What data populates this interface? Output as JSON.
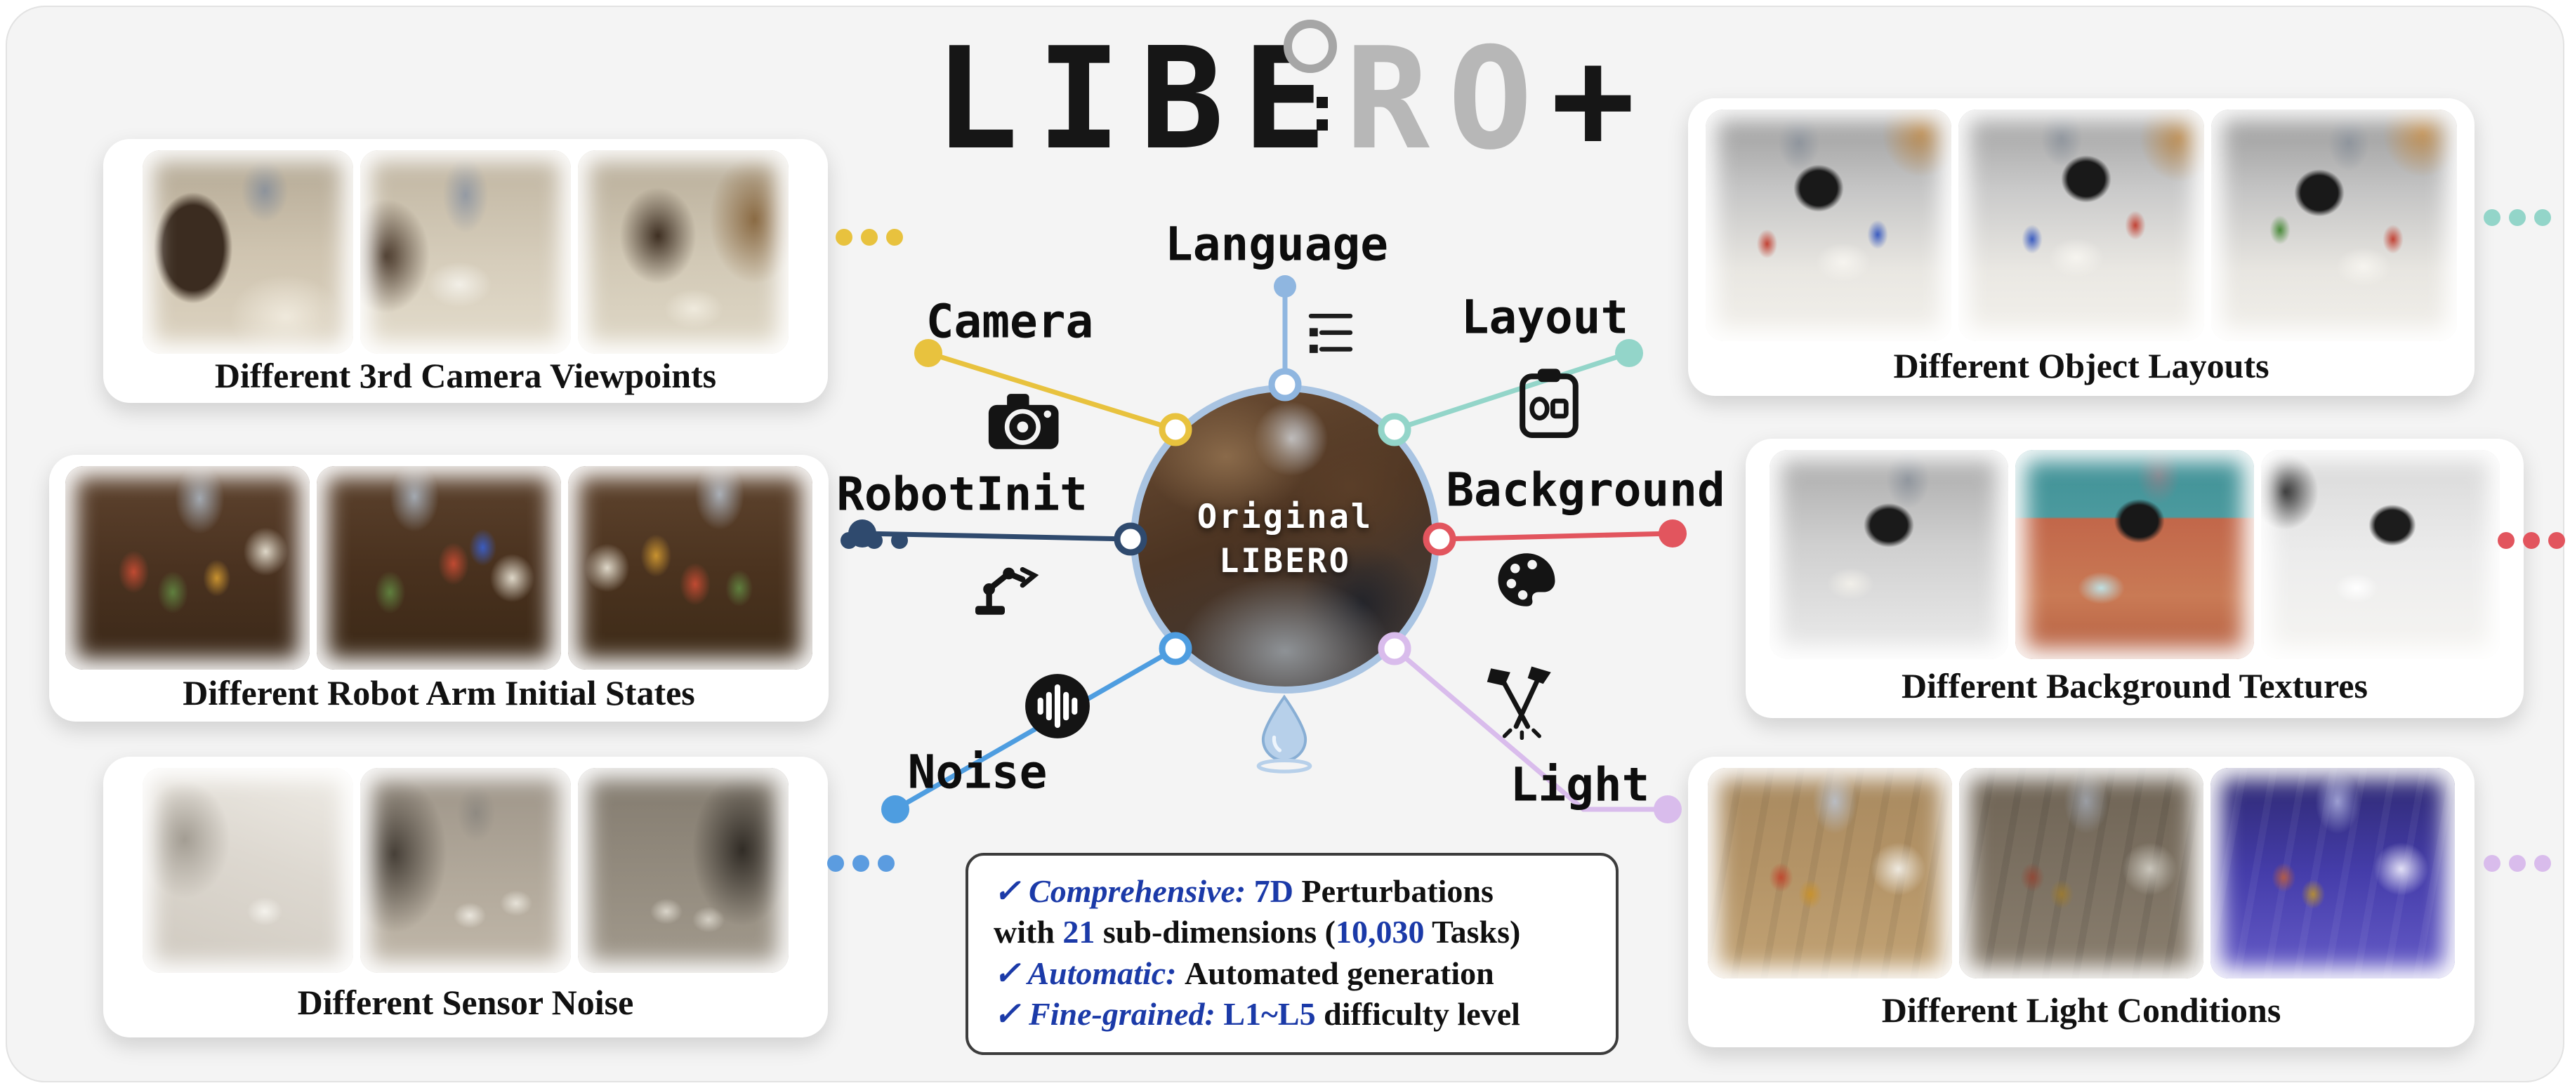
{
  "logo": {
    "black_part": "LIBE",
    "gray_part": "RO",
    "plus": "+"
  },
  "center": {
    "line1": "Original",
    "line2": "LIBERO",
    "ring_color": "#a9c4e2"
  },
  "spokes": {
    "language": {
      "label": "Language",
      "color": "#8fb6e0"
    },
    "camera": {
      "label": "Camera",
      "color": "#e8c23e"
    },
    "layout": {
      "label": "Layout",
      "color": "#93d5c9"
    },
    "robotinit": {
      "label": "RobotInit",
      "color": "#2f4a6e"
    },
    "background": {
      "label": "Background",
      "color": "#e2555e"
    },
    "noise": {
      "label": "Noise",
      "color": "#4e9de0"
    },
    "light": {
      "label": "Light",
      "color": "#d9bcec"
    }
  },
  "cards": {
    "left": [
      {
        "caption": "Different 3rd Camera Viewpoints",
        "dot_color": "#e8c23e"
      },
      {
        "caption": "Different Robot Arm Initial States",
        "dot_color": "#2f4a6e"
      },
      {
        "caption": "Different Sensor Noise",
        "dot_color": "#5b9ce0"
      }
    ],
    "right": [
      {
        "caption": "Different Object Layouts",
        "dot_color": "#93d5c9"
      },
      {
        "caption": "Different Background Textures",
        "dot_color": "#e2555e"
      },
      {
        "caption": "Different Light Conditions",
        "dot_color": "#d9bcec"
      }
    ]
  },
  "info_box": {
    "accent_blue": "#1b3aa8",
    "line1": {
      "check": "✓ ",
      "keyword": "Comprehensive: ",
      "num1": "7D",
      "rest": " Perturbations"
    },
    "line2": {
      "pre": "with ",
      "num1": "21",
      "mid": " sub-dimensions (",
      "num2": "10,030",
      "post": " Tasks)"
    },
    "line3": {
      "check": "✓ ",
      "keyword": "Automatic: ",
      "rest": "Automated generation"
    },
    "line4": {
      "check": "✓ ",
      "keyword": "Fine-grained: ",
      "num1": "L1~L5",
      "rest": " difficulty level"
    }
  }
}
